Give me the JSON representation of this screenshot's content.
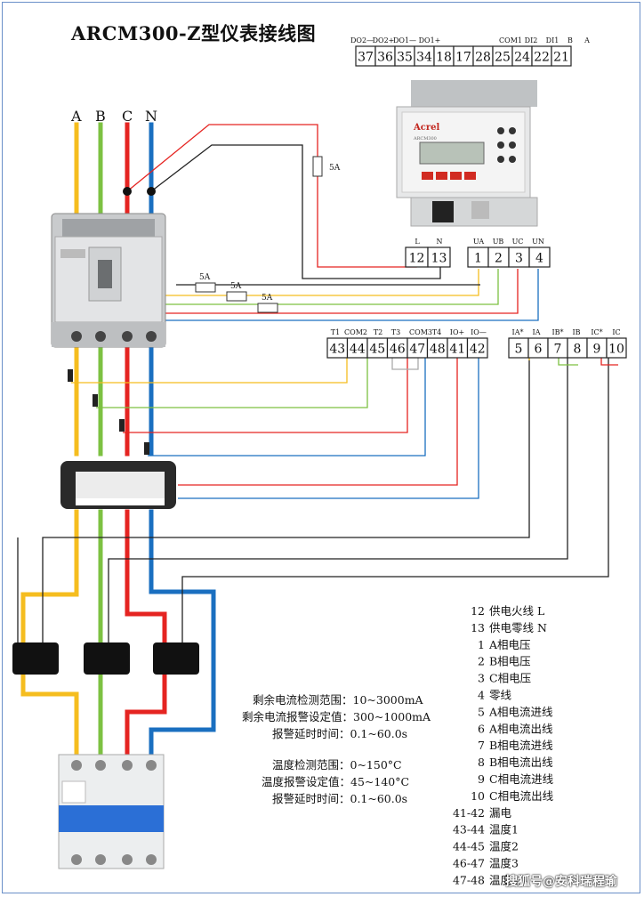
{
  "title": "ARCM300-Z型仪表接线图",
  "phase_labels": [
    "A",
    "B",
    "C",
    "N"
  ],
  "top_block": {
    "headers": [
      "DO2—",
      "DO2+",
      "DO1—",
      "DO1+",
      "COM1",
      "DI2",
      "DI1",
      "B",
      "A"
    ],
    "terminals": [
      "37",
      "36",
      "35",
      "34",
      "18",
      "17",
      "28",
      "25",
      "24",
      "22",
      "21"
    ]
  },
  "power_block": {
    "headers": [
      "L",
      "N"
    ],
    "terminals": [
      "12",
      "13"
    ]
  },
  "voltage_block": {
    "headers": [
      "UA",
      "UB",
      "UC",
      "UN"
    ],
    "terminals": [
      "1",
      "2",
      "3",
      "4"
    ]
  },
  "temp_block": {
    "headers": [
      "T1",
      "COM2",
      "T2",
      "T3",
      "COM3",
      "T4",
      "IO+",
      "IO—"
    ],
    "terminals": [
      "43",
      "44",
      "45",
      "46",
      "47",
      "48",
      "41",
      "42"
    ]
  },
  "current_block": {
    "headers": [
      "IA*",
      "IA",
      "IB*",
      "IB",
      "IC*",
      "IC"
    ],
    "terminals": [
      "5",
      "6",
      "7",
      "8",
      "9",
      "10"
    ]
  },
  "fuse_labels": [
    "5A",
    "5A",
    "5A",
    "5A"
  ],
  "meter": {
    "brand": "Acrel",
    "model": "ARCM300"
  },
  "specs": {
    "residual": [
      "剩余电流检测范围：10~3000mA",
      "剩余电流报警设定值：300~1000mA",
      "报警延时时间：0.1~60.0s"
    ],
    "temperature": [
      "温度检测范围：0~150°C",
      "温度报警设定值：45~140°C",
      "报警延时时间：0.1~60.0s"
    ]
  },
  "legend": [
    {
      "num": "12",
      "desc": "供电火线 L"
    },
    {
      "num": "13",
      "desc": "供电零线 N"
    },
    {
      "num": "1",
      "desc": "A相电压"
    },
    {
      "num": "2",
      "desc": "B相电压"
    },
    {
      "num": "3",
      "desc": "C相电压"
    },
    {
      "num": "4",
      "desc": "零线"
    },
    {
      "num": "5",
      "desc": "A相电流进线"
    },
    {
      "num": "6",
      "desc": "A相电流出线"
    },
    {
      "num": "7",
      "desc": "B相电流进线"
    },
    {
      "num": "8",
      "desc": "B相电流出线"
    },
    {
      "num": "9",
      "desc": "C相电流进线"
    },
    {
      "num": "10",
      "desc": "C相电流出线"
    },
    {
      "num": "41-42",
      "desc": "漏电"
    },
    {
      "num": "43-44",
      "desc": "温度1"
    },
    {
      "num": "44-45",
      "desc": "温度2"
    },
    {
      "num": "46-47",
      "desc": "温度3"
    },
    {
      "num": "47-48",
      "desc": "温度4"
    }
  ],
  "watermark": "搜狐号@安科瑞程瑜",
  "colors": {
    "A": "#f5bd1f",
    "B": "#7dc142",
    "C": "#e52421",
    "N": "#1a6fc0"
  }
}
